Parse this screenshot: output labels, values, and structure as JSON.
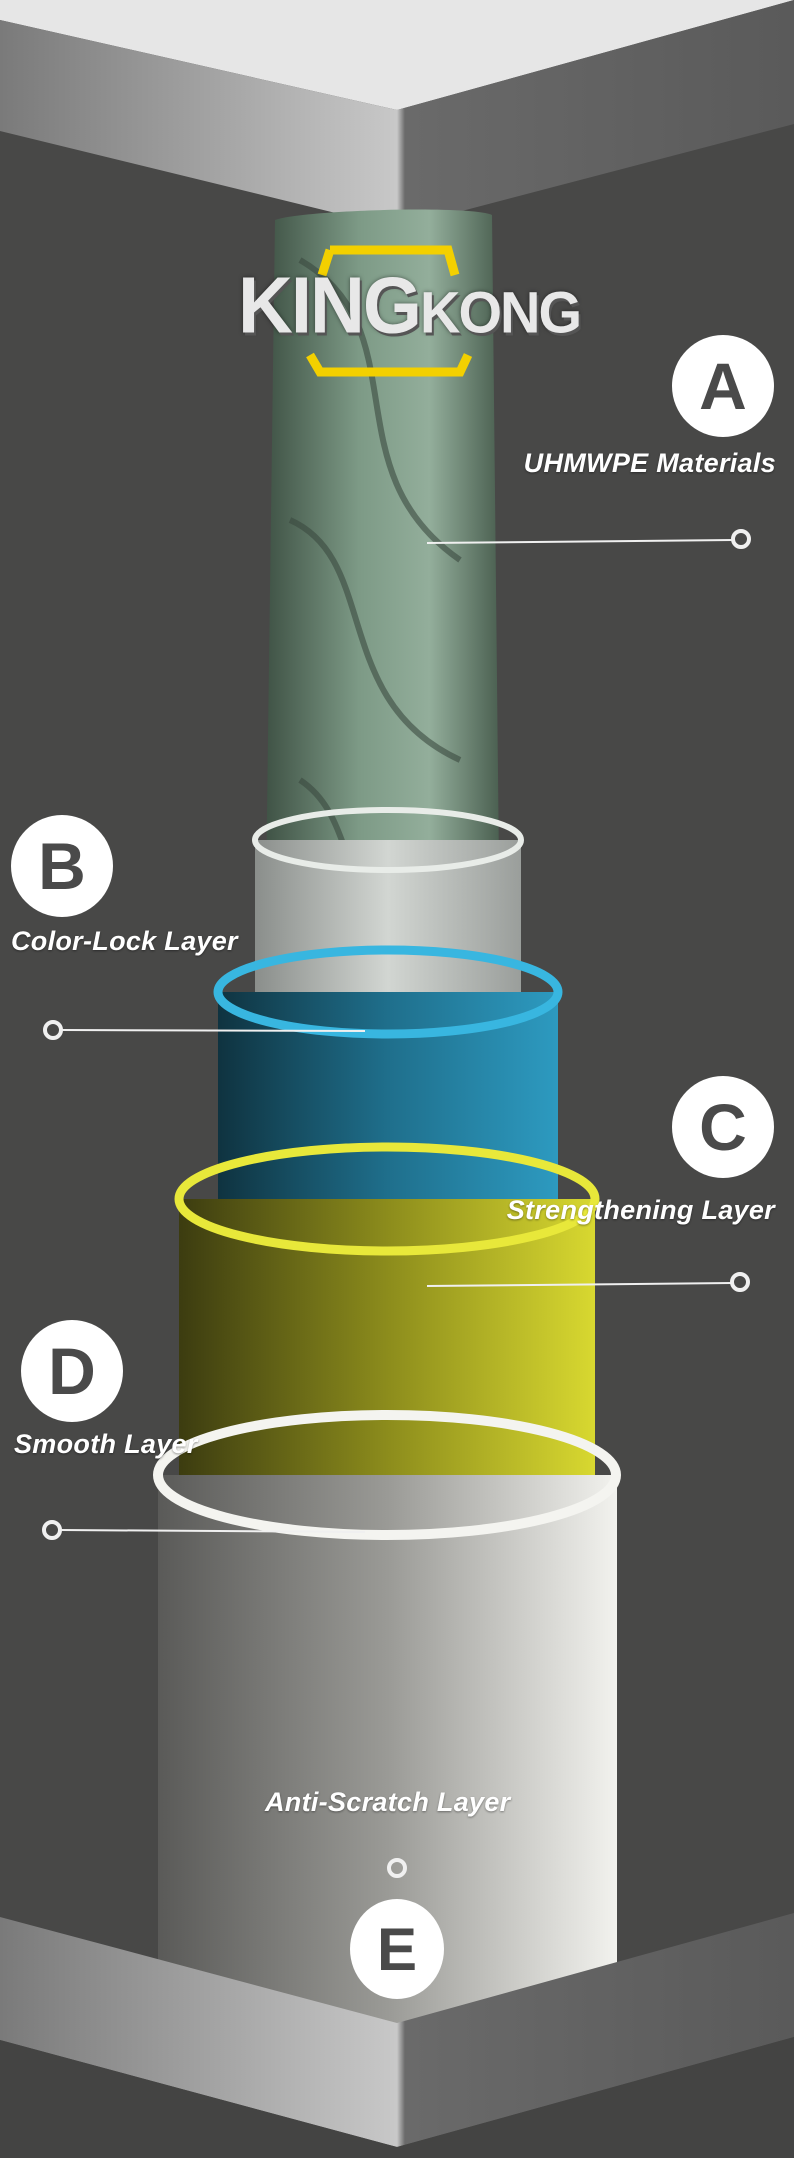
{
  "brand": {
    "logo_text_1": "KING",
    "logo_text_2": "KONG"
  },
  "layers": [
    {
      "badge": "A",
      "label": "UHMWPE Materials"
    },
    {
      "badge": "B",
      "label": "Color-Lock Layer"
    },
    {
      "badge": "C",
      "label": "Strengthening Layer"
    },
    {
      "badge": "D",
      "label": "Smooth Layer"
    },
    {
      "badge": "E",
      "label": "Anti-Scratch Layer"
    }
  ],
  "colors": {
    "background": "#484847",
    "rope": "#6f8a78",
    "blue_tube": "#2a8fb0",
    "yellow_tube": "#c9c92a",
    "white_tube": "#d8d8d4",
    "logo_accent": "#f3d000"
  }
}
